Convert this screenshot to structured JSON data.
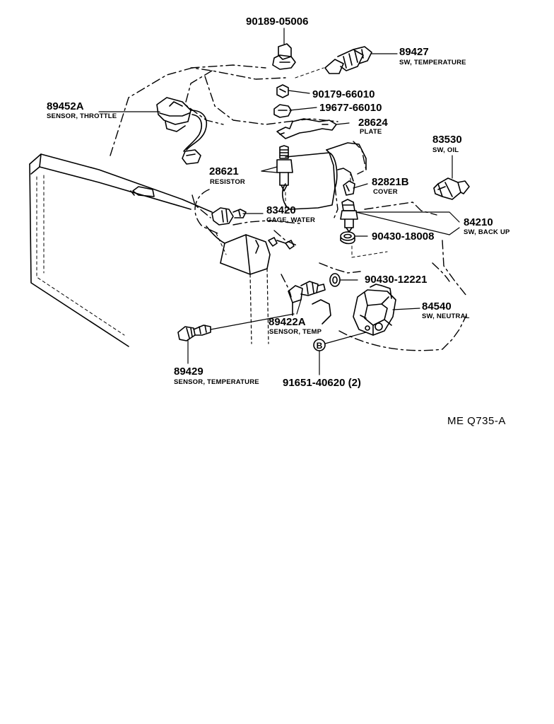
{
  "parts": [
    {
      "id": "p90189",
      "number": "90189-05006",
      "name": ""
    },
    {
      "id": "p89427",
      "number": "89427",
      "name": "SW, TEMPERATURE"
    },
    {
      "id": "p90179",
      "number": "90179-66010",
      "name": ""
    },
    {
      "id": "p19677",
      "number": "19677-66010",
      "name": ""
    },
    {
      "id": "p89452",
      "number": "89452A",
      "name": "SENSOR, THROTTLE"
    },
    {
      "id": "p28624",
      "number": "28624",
      "name": "PLATE"
    },
    {
      "id": "p83530",
      "number": "83530",
      "name": "SW, OIL"
    },
    {
      "id": "p28621",
      "number": "28621",
      "name": "RESISTOR"
    },
    {
      "id": "p82821",
      "number": "82821B",
      "name": "COVER"
    },
    {
      "id": "p83420",
      "number": "83420",
      "name": "GAGE, WATER"
    },
    {
      "id": "p84210",
      "number": "84210",
      "name": "SW, BACK UP"
    },
    {
      "id": "p90430a",
      "number": "90430-18008",
      "name": ""
    },
    {
      "id": "p90430b",
      "number": "90430-12221",
      "name": ""
    },
    {
      "id": "p84540",
      "number": "84540",
      "name": "SW, NEUTRAL"
    },
    {
      "id": "p89422",
      "number": "89422A",
      "name": "SENSOR, TEMP"
    },
    {
      "id": "p89429",
      "number": "89429",
      "name": "SENSOR, TEMPERATURE"
    },
    {
      "id": "p91651",
      "number": "91651-40620 (2)",
      "name": ""
    }
  ],
  "marker_letter": "B",
  "reference_code": "ME Q735-A"
}
